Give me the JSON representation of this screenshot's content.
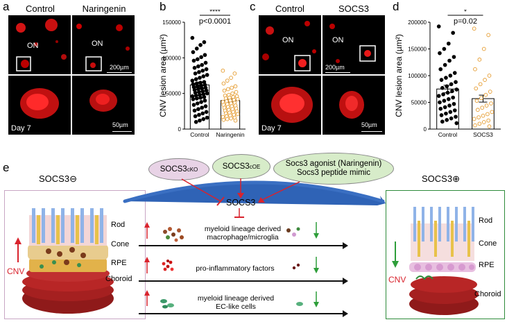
{
  "figure": {
    "panel_letters": [
      "a",
      "b",
      "c",
      "d",
      "e"
    ],
    "a": {
      "headers": [
        "Control",
        "Naringenin"
      ],
      "on_labels": [
        "ON",
        "ON"
      ],
      "scale_top": "200µm",
      "day_label": "Day 7",
      "scale_bottom": "50µm"
    },
    "c": {
      "headers": [
        "Control",
        "SOCS3"
      ],
      "on_labels": [
        "ON",
        "ON"
      ],
      "scale_top": "200µm",
      "day_label": "Day 7",
      "scale_bottom": "50µm"
    },
    "e": {
      "left_title": "SOCS3⊖",
      "right_title": "SOCS3⊕",
      "oval_ko_base": "SOCS3",
      "oval_ko_sup": "cKO",
      "oval_oe_base": "SOCS3",
      "oval_oe_sup": "cOE",
      "oval_agonist_line1": "Socs3 agonist (Naringenin)",
      "oval_agonist_line2": "Socs3 peptide mimic",
      "center_label": "SOCS3",
      "row1_line1": "myeloid lineage derived",
      "row1_line2": "macrophage/microglia",
      "row2": "pro-inflammatory factors",
      "row3_line1": "myeloid lineage derived",
      "row3_line2": "EC-like cells",
      "left_layers": [
        "Rod",
        "Cone",
        "RPE",
        "Choroid"
      ],
      "right_layers": [
        "Rod",
        "Cone",
        "RPE",
        "Choroid"
      ],
      "cnv_label": "CNV",
      "colors": {
        "up": "#d9232d",
        "down": "#2e9e3a",
        "oval_ko": "#e8d3e6",
        "oval_oe": "#d7ecc9",
        "oval_agonist": "#d7ecc9"
      }
    }
  },
  "chart_data": [
    {
      "type": "scatter",
      "panel": "b",
      "ylabel": "CNV lesion area (µm²)",
      "ylim": [
        0,
        150000
      ],
      "yticks": [
        0,
        50000,
        100000,
        150000
      ],
      "ytick_labels": [
        "0",
        "50000",
        "100000",
        "150000"
      ],
      "categories": [
        "Control",
        "Naringenin"
      ],
      "means": [
        62000,
        40000
      ],
      "sem": [
        4000,
        2000
      ],
      "significance": "****",
      "pvalue": "p<0.0001",
      "series": [
        {
          "name": "Control",
          "values": [
            128000,
            122000,
            118000,
            113000,
            108000,
            104000,
            101000,
            98000,
            96000,
            93000,
            90000,
            88000,
            86000,
            84000,
            82000,
            80000,
            78000,
            76000,
            74000,
            72000,
            70000,
            68000,
            66000,
            65000,
            64000,
            63000,
            62000,
            61000,
            60000,
            59000,
            58000,
            57000,
            56000,
            55000,
            54000,
            53000,
            52000,
            51000,
            50000,
            49000,
            48000,
            47000,
            46000,
            45000,
            44000,
            43000,
            42000,
            40000,
            38000,
            36000,
            34000,
            32000,
            30000,
            28000,
            26000,
            24000,
            22000,
            20000,
            18000,
            16000,
            14000,
            12000,
            10000
          ]
        },
        {
          "name": "Naringenin",
          "values": [
            82000,
            78000,
            72000,
            68000,
            64000,
            60000,
            58000,
            56000,
            54000,
            52000,
            50000,
            48000,
            47000,
            46000,
            45000,
            44000,
            43000,
            42000,
            41000,
            40000,
            39000,
            38000,
            37000,
            36000,
            35000,
            34000,
            33000,
            32000,
            31000,
            30000,
            29000,
            28000,
            27000,
            26000,
            25000,
            24000,
            23000,
            22000,
            21000,
            20000,
            19000,
            18000,
            17000,
            16000,
            15000,
            14000,
            13000,
            12000
          ]
        }
      ]
    },
    {
      "type": "scatter",
      "panel": "d",
      "ylabel": "CNV lesion area (µm²)",
      "ylim": [
        0,
        200000
      ],
      "yticks": [
        0,
        50000,
        100000,
        150000,
        200000
      ],
      "ytick_labels": [
        "0",
        "50000",
        "100000",
        "150000",
        "200000"
      ],
      "categories": [
        "Control",
        "SOCS3"
      ],
      "means": [
        75000,
        57000
      ],
      "sem": [
        7000,
        6500
      ],
      "significance": "*",
      "pvalue": "p=0.02",
      "series": [
        {
          "name": "Control",
          "values": [
            192000,
            180000,
            160000,
            150000,
            142000,
            135000,
            128000,
            120000,
            112000,
            105000,
            100000,
            96000,
            92000,
            88000,
            84000,
            80000,
            77000,
            74000,
            71000,
            68000,
            65000,
            62000,
            59000,
            56000,
            53000,
            50000,
            47000,
            44000,
            41000,
            38000,
            35000,
            32000,
            29000,
            26000,
            23000,
            20000,
            17000,
            14000,
            11000
          ]
        },
        {
          "name": "SOCS3",
          "values": [
            188000,
            176000,
            150000,
            130000,
            112000,
            100000,
            92000,
            84000,
            76000,
            70000,
            64000,
            58000,
            53000,
            48000,
            44000,
            40000,
            36000,
            32000,
            28000,
            25000,
            22000,
            19000,
            16000,
            13000,
            10000,
            7000,
            5000
          ]
        }
      ]
    }
  ]
}
